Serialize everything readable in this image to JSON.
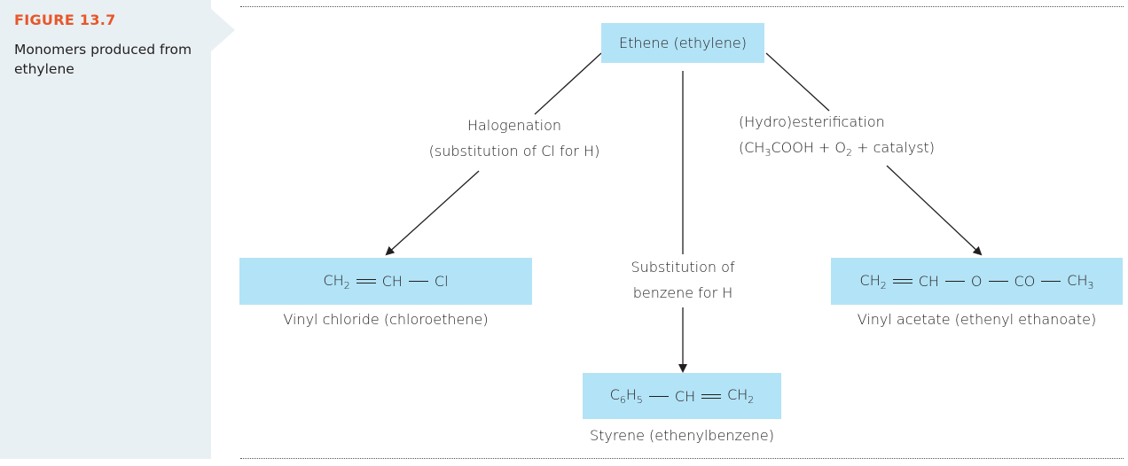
{
  "figure": {
    "number": "FIGURE 13.7",
    "caption": "Monomers produced from ethylene"
  },
  "root": {
    "label": "Ethene (ethylene)"
  },
  "reactions": {
    "halogenation": {
      "line1": "Halogenation",
      "line2": "(substitution of Cl for H)"
    },
    "esterification": {
      "line1": "(Hydro)esterification",
      "line2_a": "(CH",
      "line2_sub1": "3",
      "line2_b": "COOH + O",
      "line2_sub2": "2",
      "line2_c": " + catalyst)"
    },
    "substitution": {
      "line1": "Substitution of",
      "line2": "benzene for H"
    }
  },
  "products": {
    "vinyl_chloride": {
      "group1": "CH",
      "group1_sub": "2",
      "group2": "CH",
      "group3": "Cl",
      "name": "Vinyl chloride (chloroethene)"
    },
    "vinyl_acetate": {
      "group1": "CH",
      "group1_sub": "2",
      "group2": "CH",
      "group3": "O",
      "group4": "CO",
      "group5": "CH",
      "group5_sub": "3",
      "name": "Vinyl acetate (ethenyl ethanoate)"
    },
    "styrene": {
      "group1_a": "C",
      "group1_sub1": "6",
      "group1_b": "H",
      "group1_sub2": "5",
      "group2": "CH",
      "group3": "CH",
      "group3_sub": "2",
      "name": "Styrene (ethenylbenzene)"
    }
  },
  "colors": {
    "box_fill": "#b3e3f6",
    "figure_number": "#e8562a",
    "sidebar": "#e8f0f3",
    "text": "#231f20"
  }
}
